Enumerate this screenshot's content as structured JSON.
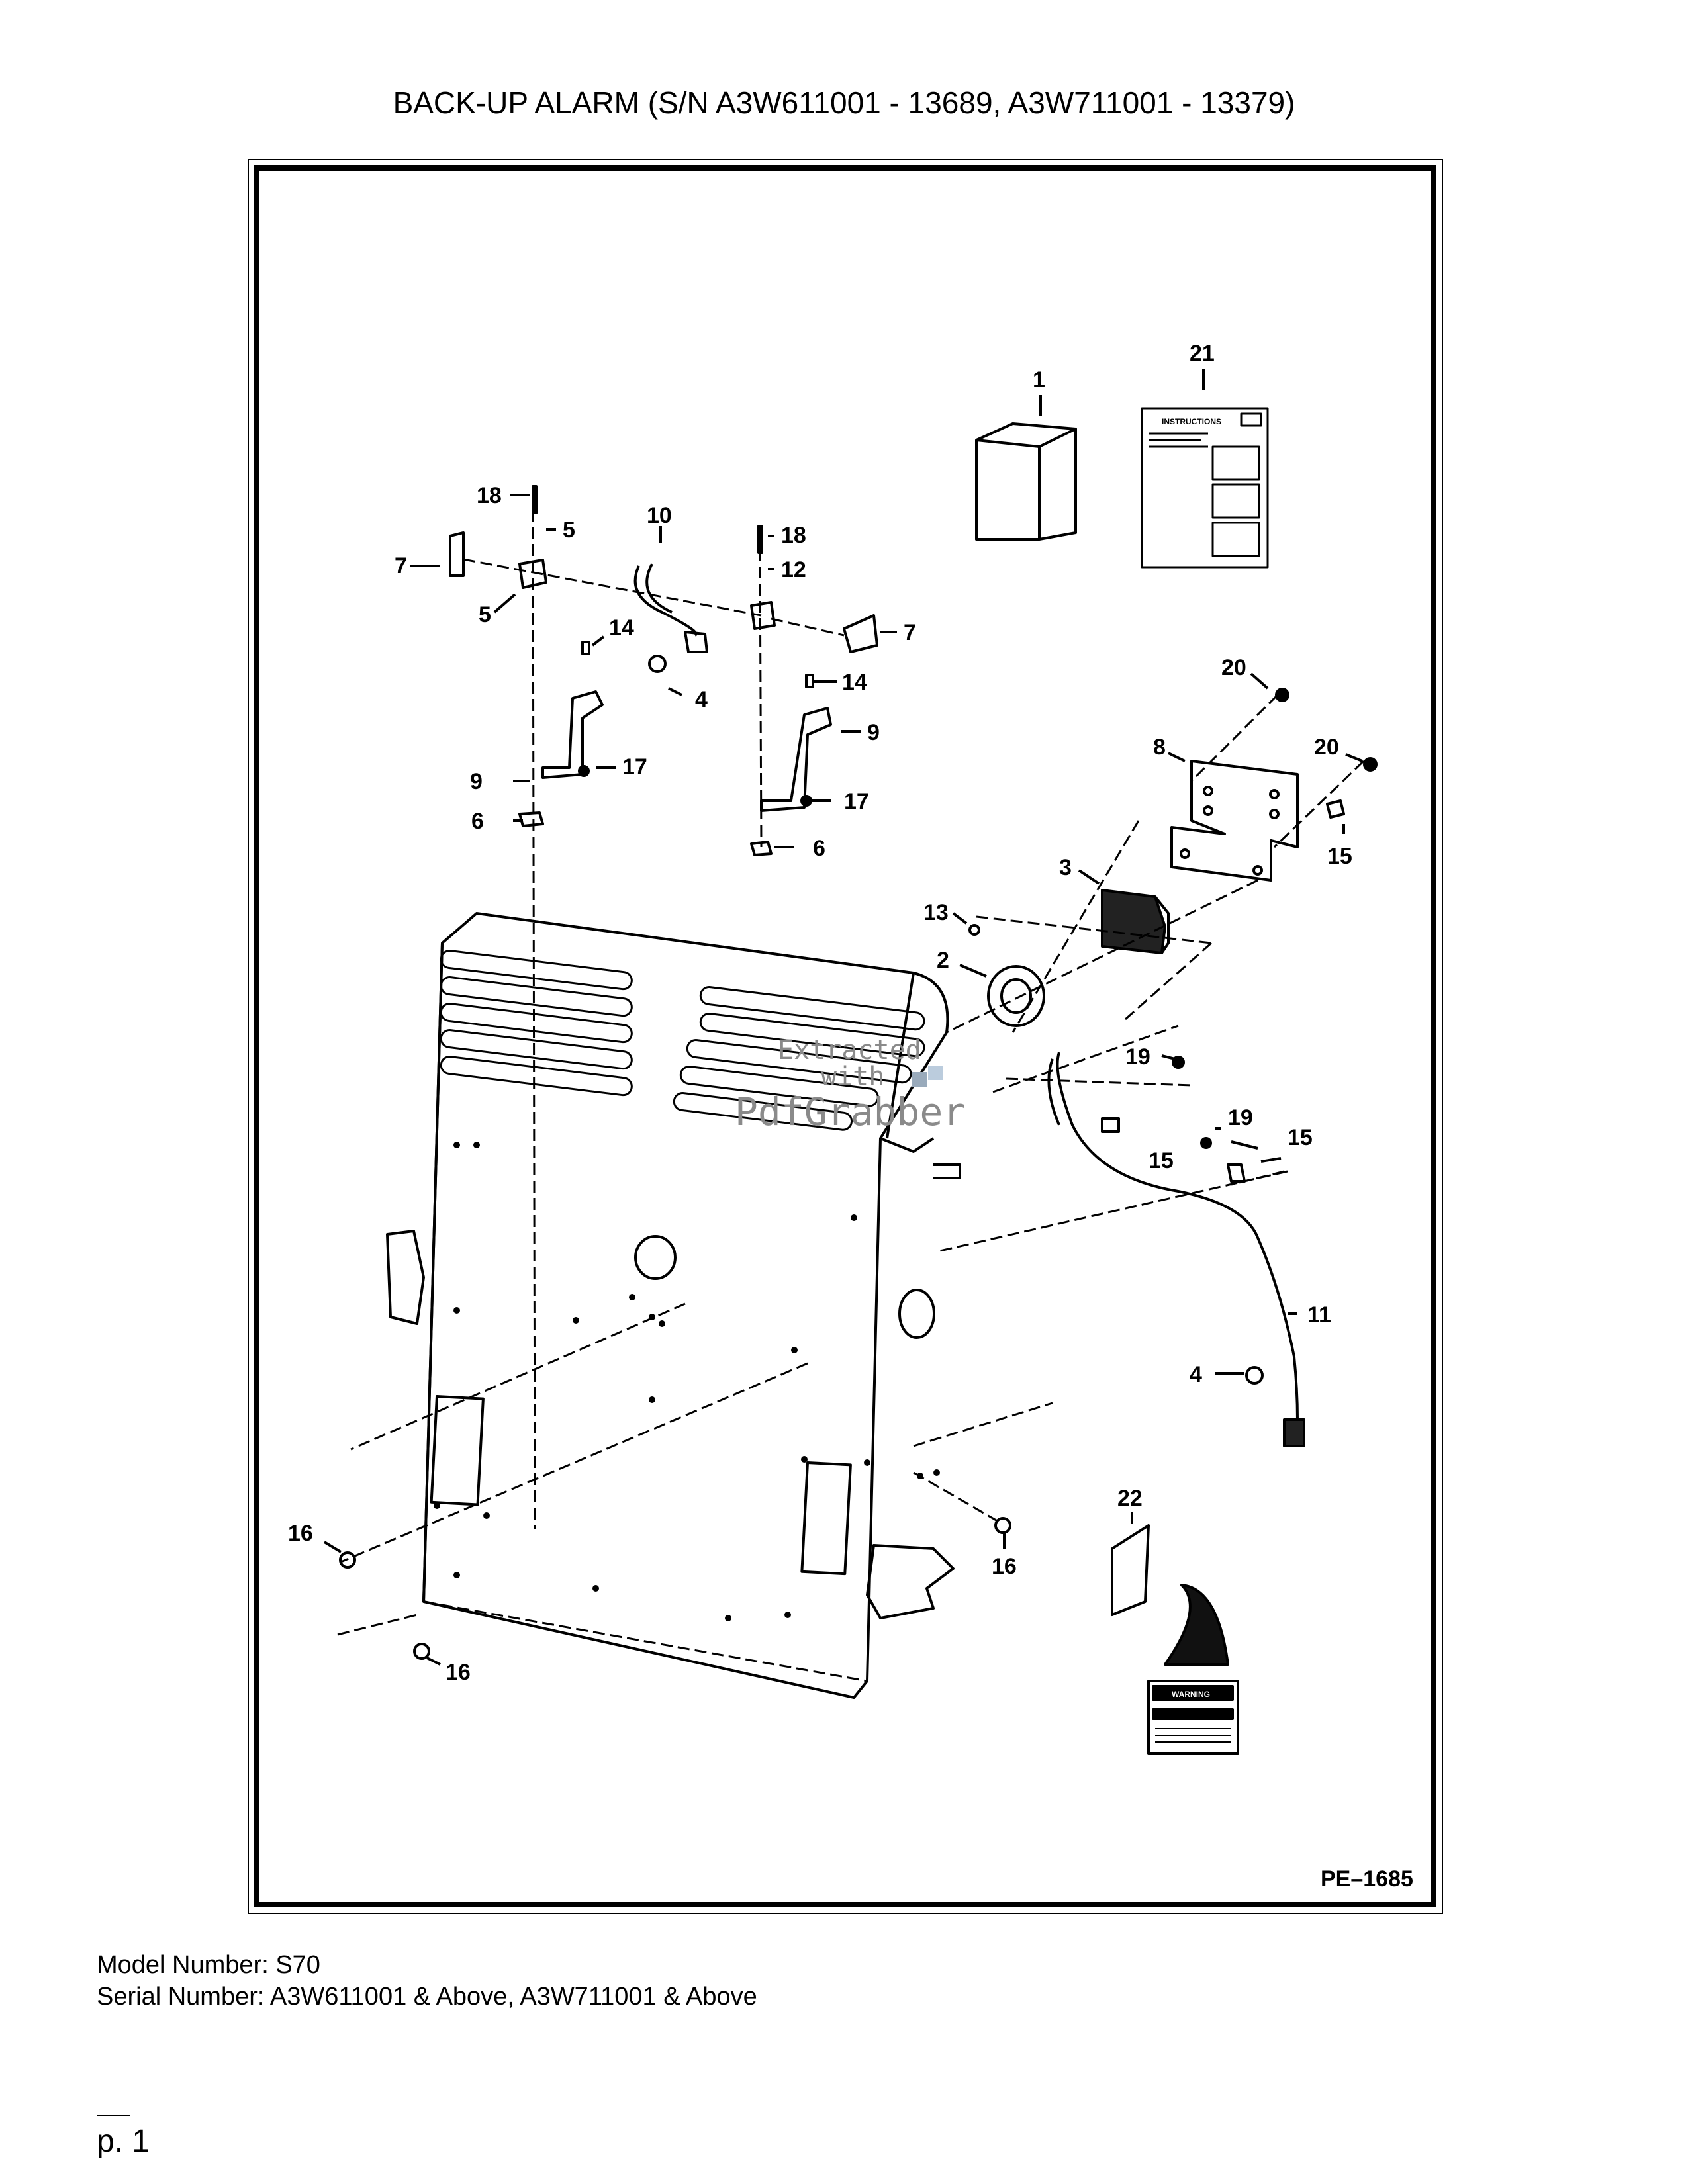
{
  "title": "BACK-UP ALARM (S/N A3W611001 - 13689, A3W711001 - 13379)",
  "diagram": {
    "figure_id": "PE–1685",
    "watermark": {
      "line1": "Extracted",
      "line2": "with",
      "brand": "PdfGrabber"
    },
    "decal_warning": "WARNING",
    "instructions_heading": "INSTRUCTIONS",
    "callouts": [
      "1",
      "2",
      "3",
      "4",
      "4",
      "5",
      "5",
      "6",
      "6",
      "7",
      "7",
      "8",
      "9",
      "9",
      "10",
      "11",
      "12",
      "13",
      "14",
      "14",
      "15",
      "15",
      "15",
      "16",
      "16",
      "16",
      "17",
      "17",
      "18",
      "18",
      "19",
      "19",
      "20",
      "20",
      "21",
      "22"
    ]
  },
  "footer": {
    "model_line": "Model Number: S70",
    "serial_line": "Serial Number: A3W611001 & Above, A3W711001 & Above"
  },
  "page": "p. 1"
}
